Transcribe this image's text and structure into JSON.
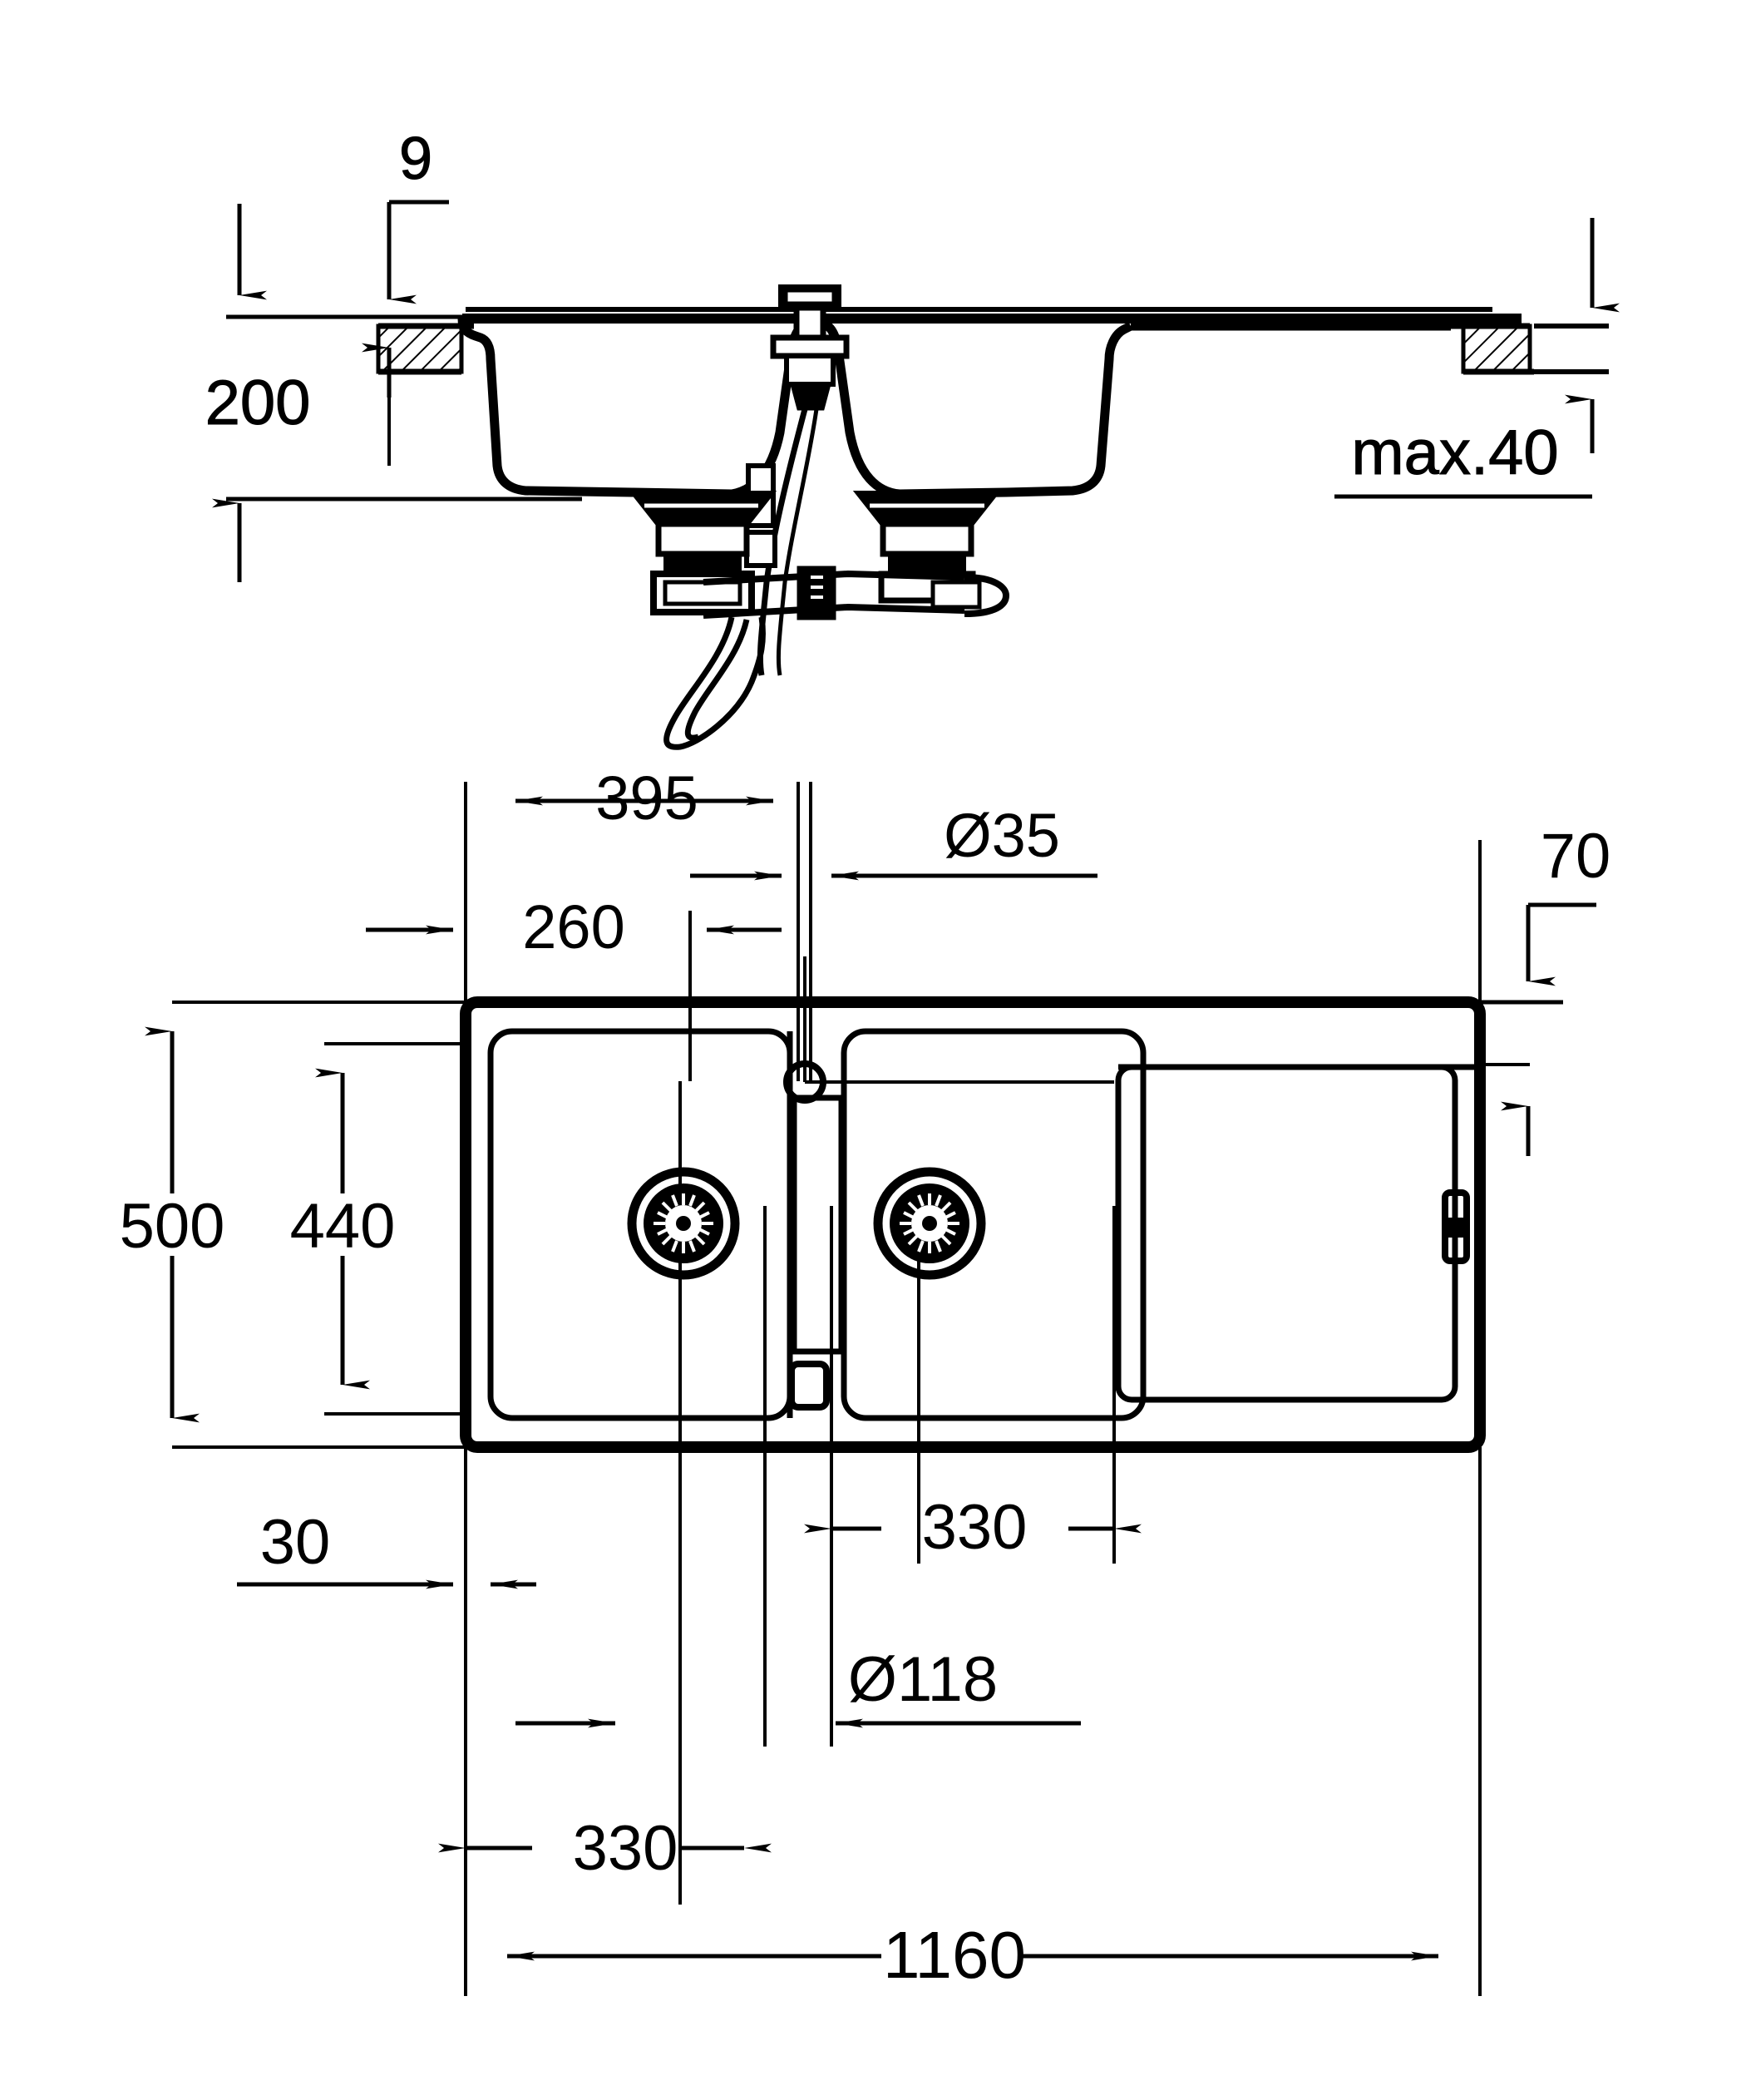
{
  "drawing": {
    "type": "technical-dimension-drawing",
    "subject": "double-bowl kitchen sink with drainboard — installation drawing",
    "units": "mm",
    "views": [
      {
        "name": "section-view",
        "label": ""
      },
      {
        "name": "plan-view",
        "label": ""
      }
    ]
  },
  "section_dimensions": {
    "worktop_thickness": "9",
    "bowl_depth": "200",
    "worktop_max": "max.40"
  },
  "plan_dimensions": {
    "left_edge_to_tap_hole": "395",
    "tap_hole_diameter": "Ø35",
    "left_bowl_edge_to_tap_hole": "260",
    "top_rim_to_bowl": "70",
    "overall_depth": "500",
    "bowl_depth_inner": "440",
    "left_offset": "30",
    "drain_diameter": "Ø118",
    "left_drain_offset": "330",
    "right_drain_offset": "330",
    "overall_width": "1160"
  },
  "labels": {
    "d9": "9",
    "d200": "200",
    "dmax40": "max.40",
    "d395": "395",
    "d35": "Ø35",
    "d260": "260",
    "d70": "70",
    "d500": "500",
    "d440": "440",
    "d30": "30",
    "d118": "Ø118",
    "d330a": "330",
    "d330b": "330",
    "d1160": "1160"
  },
  "colors": {
    "line": "#000000",
    "background": "#ffffff"
  }
}
